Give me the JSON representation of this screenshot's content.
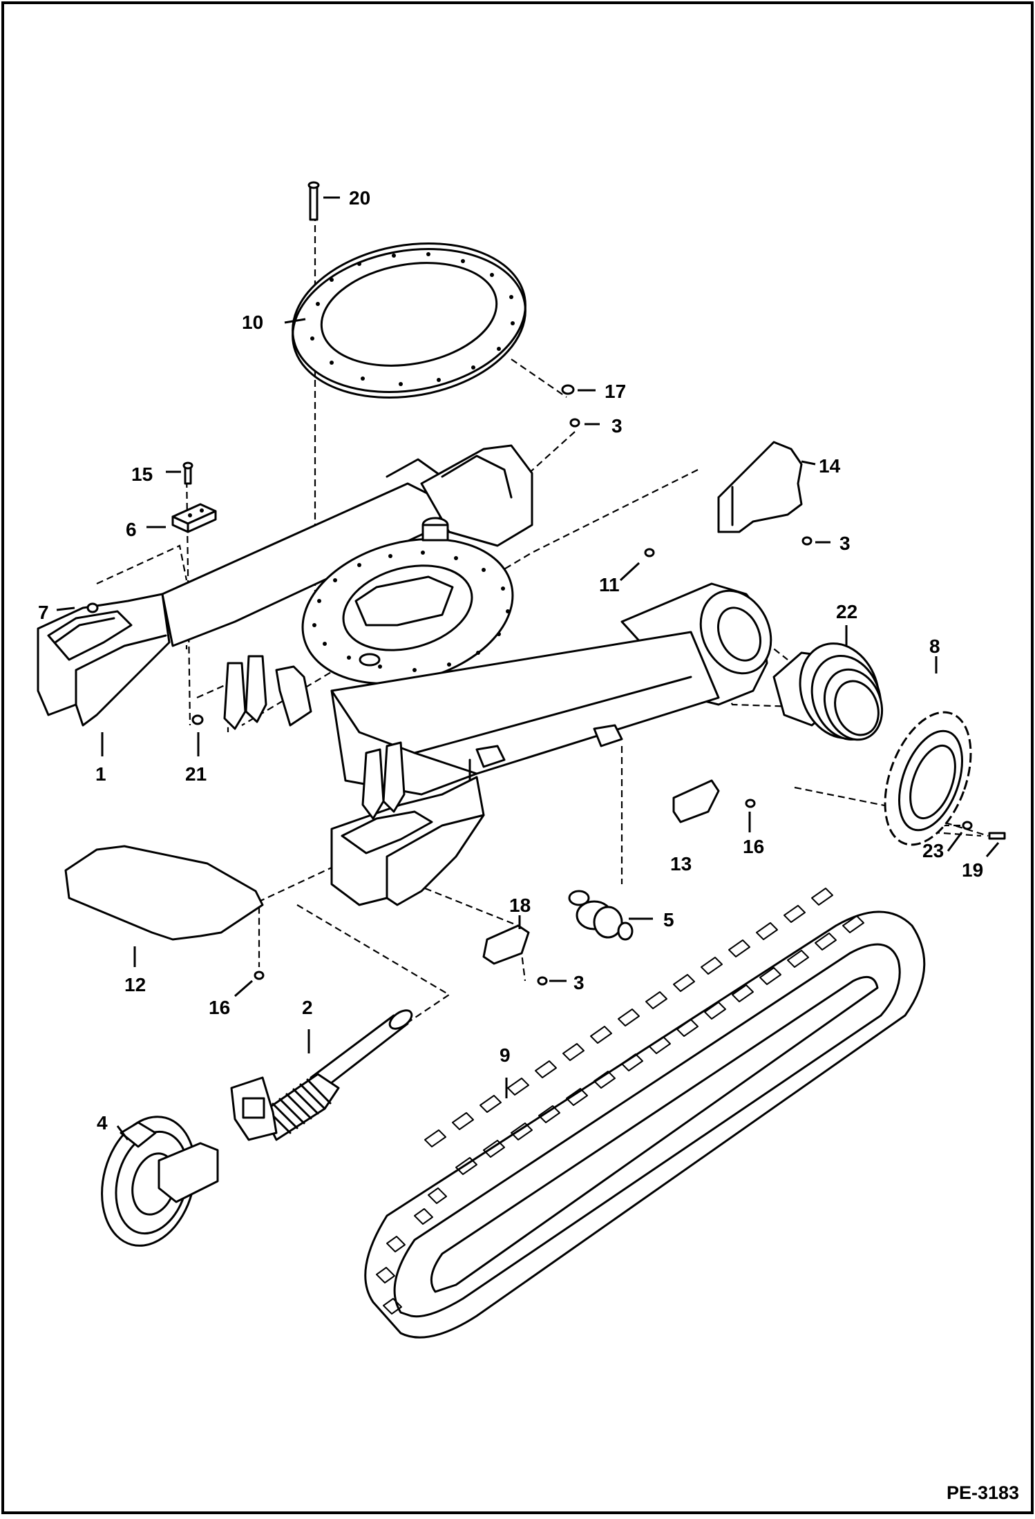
{
  "doc_code": "PE-3183",
  "parts": [
    {
      "label": "20"
    },
    {
      "label": "10"
    },
    {
      "label": "17"
    },
    {
      "label": "3"
    },
    {
      "label": "14"
    },
    {
      "label": "15"
    },
    {
      "label": "6"
    },
    {
      "label": "3"
    },
    {
      "label": "7"
    },
    {
      "label": "11"
    },
    {
      "label": "22"
    },
    {
      "label": "8"
    },
    {
      "label": "1"
    },
    {
      "label": "21"
    },
    {
      "label": "13"
    },
    {
      "label": "16"
    },
    {
      "label": "23"
    },
    {
      "label": "19"
    },
    {
      "label": "18"
    },
    {
      "label": "5"
    },
    {
      "label": "12"
    },
    {
      "label": "3"
    },
    {
      "label": "16"
    },
    {
      "label": "2"
    },
    {
      "label": "9"
    },
    {
      "label": "4"
    }
  ]
}
